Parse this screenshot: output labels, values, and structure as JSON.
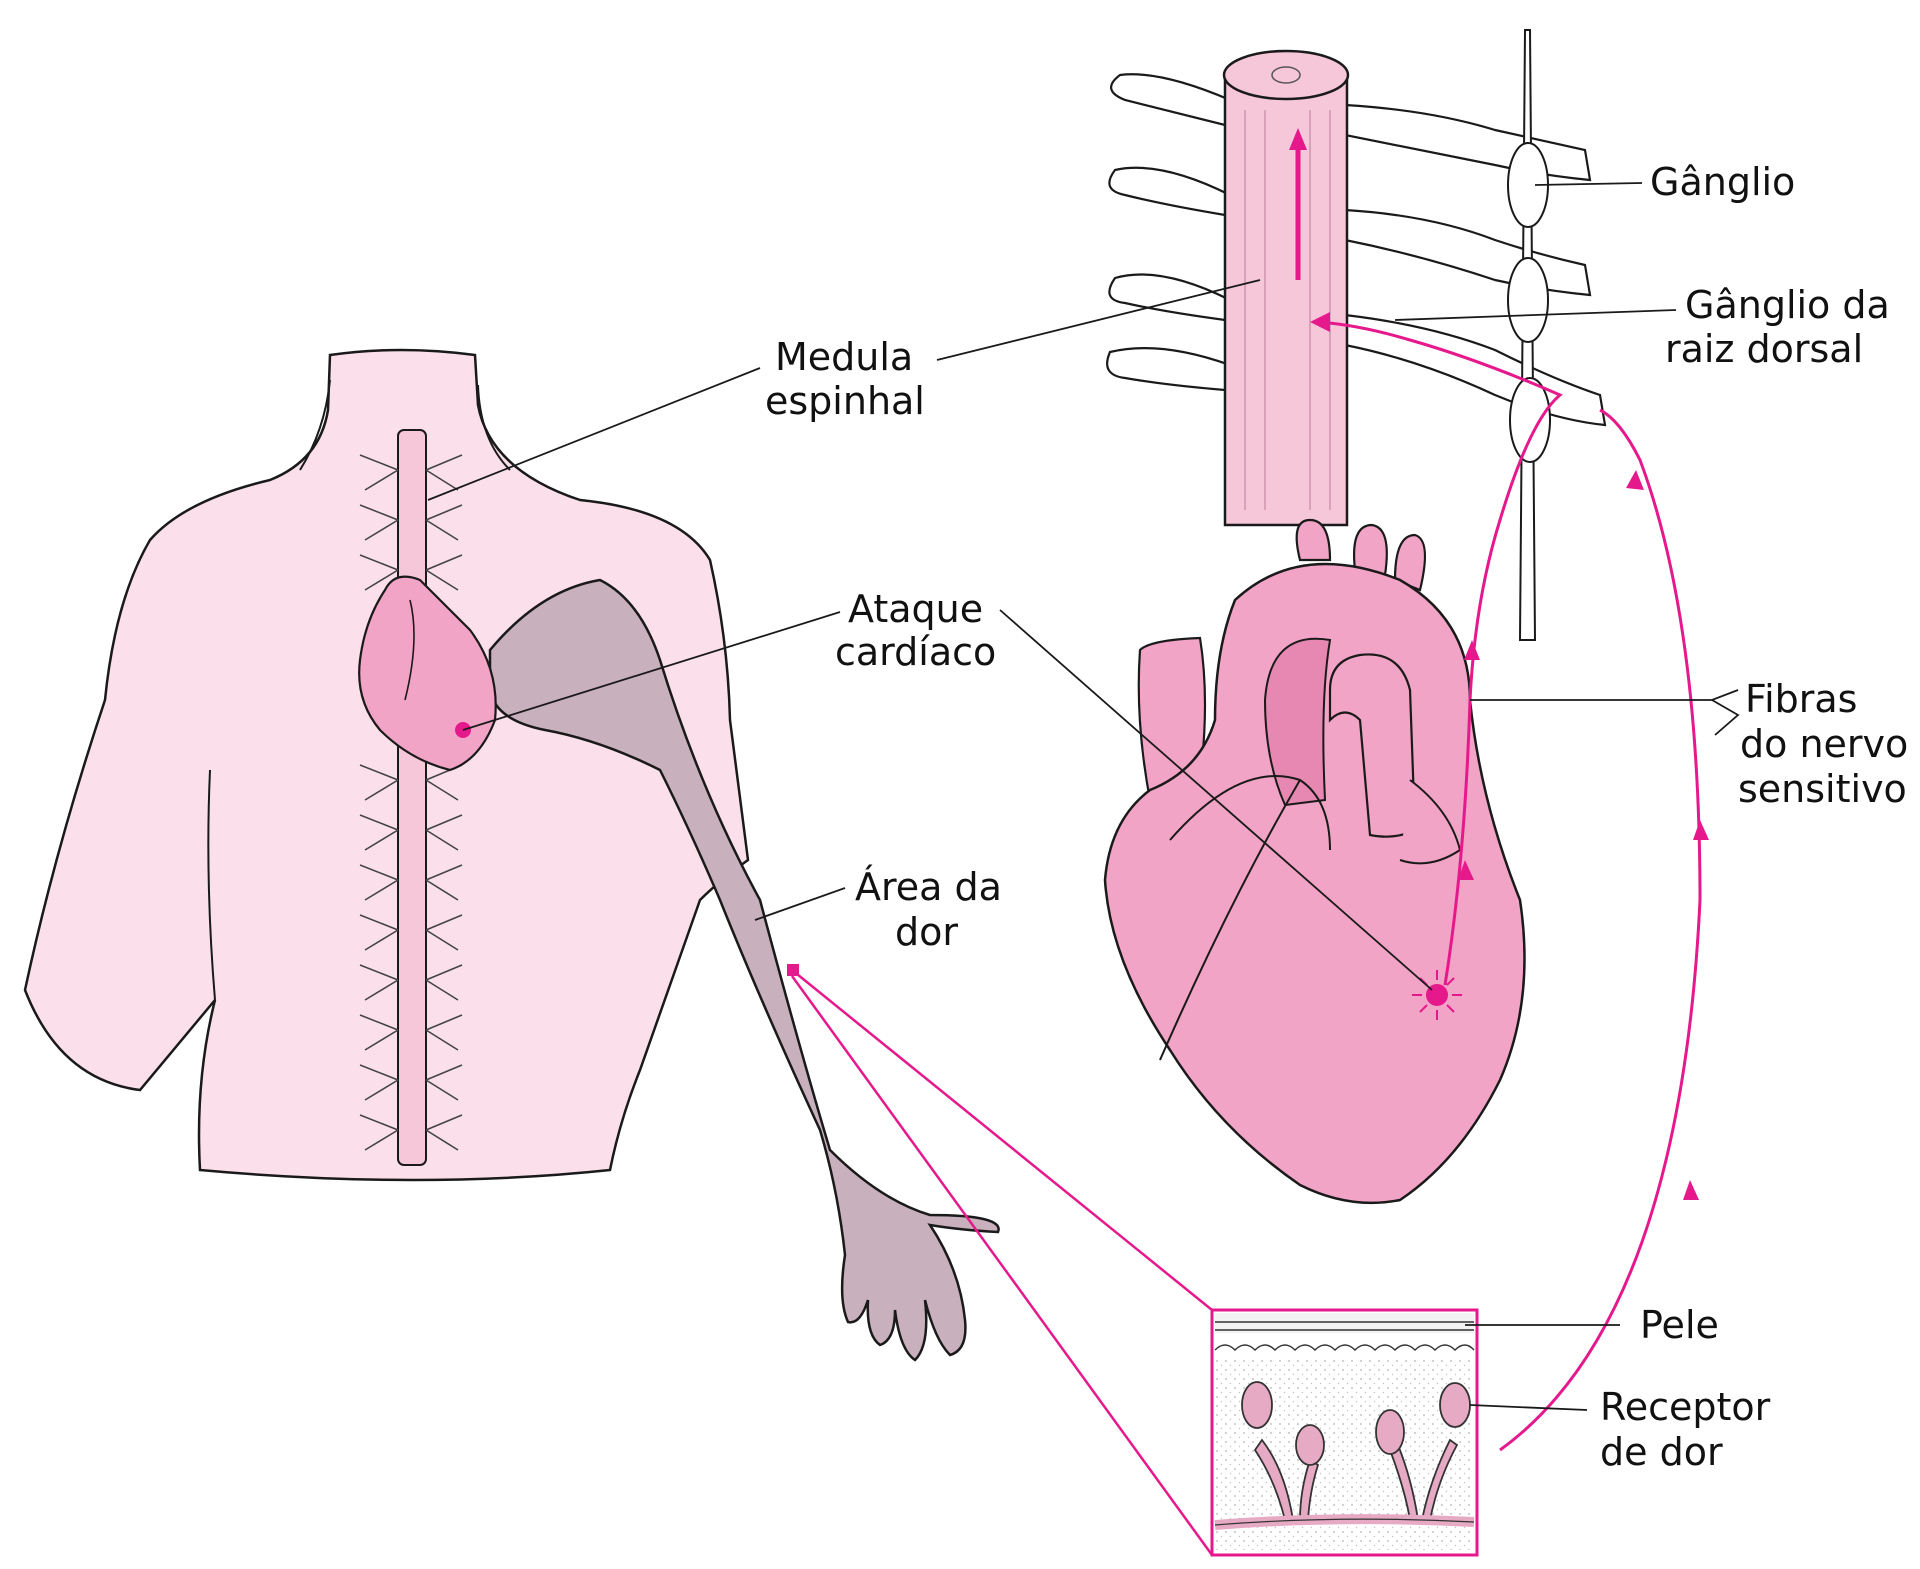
{
  "colors": {
    "body_fill": "#fbe0ec",
    "pain_area": "#c9b0bd",
    "heart": "#f2a4c6",
    "heart_dark": "#e788b2",
    "spinal_cord": "#f6c6d9",
    "nerve_path": "#e6198c",
    "outline": "#1a1a1a"
  },
  "labels": {
    "spinal_cord": [
      "Medula",
      "espinhal"
    ],
    "heart_attack": [
      "Ataque",
      "cardíaco"
    ],
    "pain_area": [
      "Área da",
      "dor"
    ],
    "ganglion": [
      "Gânglio"
    ],
    "dorsal_root_ganglion": [
      "Gânglio da",
      "raiz dorsal"
    ],
    "sensory_fibers": [
      "Fibras",
      "do nervo",
      "sensitivo"
    ],
    "skin": [
      "Pele"
    ],
    "pain_receptor": [
      "Receptor",
      "de dor"
    ]
  }
}
